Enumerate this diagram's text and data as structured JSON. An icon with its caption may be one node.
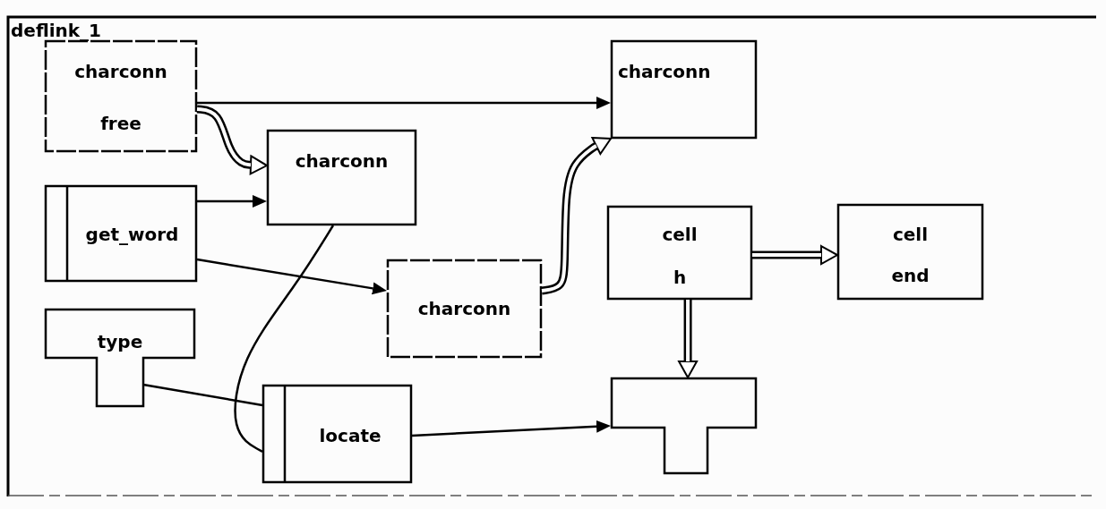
{
  "diagram": {
    "nodes": [
      {
        "text": [
          "deflink_1"
        ]
      },
      {
        "text": [
          "charconn",
          "free"
        ],
        "in": 0
      },
      {
        "text": [
          "charconn"
        ],
        "in": 0
      },
      {
        "text": [
          "get_word"
        ],
        "in": 0
      },
      {
        "text": [
          "type"
        ],
        "in": 0
      },
      {
        "text": [
          "charconn"
        ],
        "in": 0
      },
      {
        "text": [
          "charconn"
        ],
        "in": 0
      },
      {
        "text": [
          "cell",
          "h"
        ],
        "in": 0
      },
      {
        "text": [
          "cell",
          "end"
        ],
        "in": 0
      },
      {
        "text": [
          "locate"
        ],
        "in": 0
      },
      {
        "text": [],
        "shape": "tee",
        "in": 0
      }
    ],
    "edges": [
      {
        "from": 1,
        "to": 5,
        "arrow": "to"
      },
      {
        "from": 1,
        "to": 2,
        "arrow": "to",
        "style": "thick"
      },
      {
        "from": 3,
        "to": 2,
        "arrow": "to"
      },
      {
        "from": 3,
        "to": 6,
        "arrow": "to"
      },
      {
        "from": 6,
        "to": 5,
        "arrow": "to",
        "style": "thick"
      },
      {
        "from": 7,
        "to": 8,
        "arrow": "to",
        "style": "thick"
      },
      {
        "from": 7,
        "to": 10,
        "arrow": "to",
        "style": "thick"
      },
      {
        "from": 2,
        "to": 9,
        "arrow": "none"
      },
      {
        "from": 4,
        "to": 9,
        "arrow": "none"
      },
      {
        "from": 9,
        "to": 10,
        "arrow": "to"
      }
    ]
  }
}
